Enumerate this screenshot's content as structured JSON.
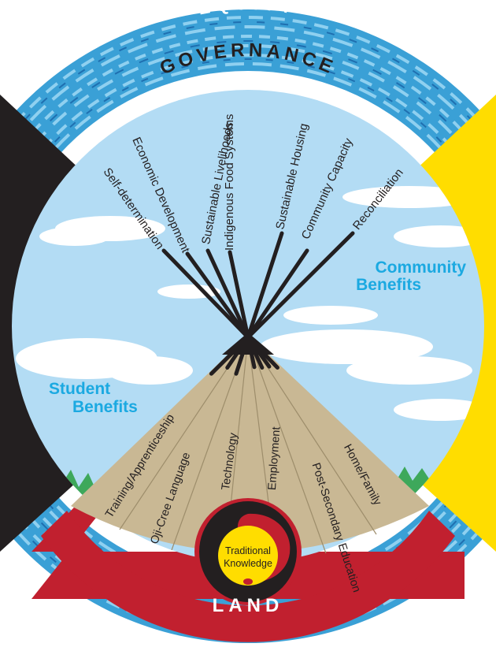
{
  "ring": {
    "top_label": "EQUITY",
    "inner_label": "GOVERNANCE",
    "bottom_label": "LAND"
  },
  "poles": [
    "Self-determination",
    "Economic Development",
    "Sustainable Livelihoods",
    "Indigenous Food Systems",
    "Sustainable Housing",
    "Community Capacity",
    "Reconciliation"
  ],
  "cover_labels": [
    "Training/Apprenticeship",
    "Oji-Cree Language",
    "Technology",
    "Employment",
    "Post-Secondary Education",
    "Home/Family"
  ],
  "community_benefits": {
    "line1": "Community",
    "line2": "Benefits"
  },
  "student_benefits": {
    "line1": "Student",
    "line2": "Benefits"
  },
  "traditional_knowledge": {
    "line1": "Traditional",
    "line2": "Knowledge"
  },
  "colors": {
    "water": "#3aa0d6",
    "water_light": "#8fd0f0",
    "black_quadrant": "#231f20",
    "yellow_quadrant": "#ffdd00",
    "red_quadrant": "#c1202f",
    "white_quadrant": "#ffffff",
    "sky": "#b3dcf4",
    "cover": "#c9b894",
    "benefit_text": "#1ba9e1",
    "grass": "#3ea85b"
  }
}
